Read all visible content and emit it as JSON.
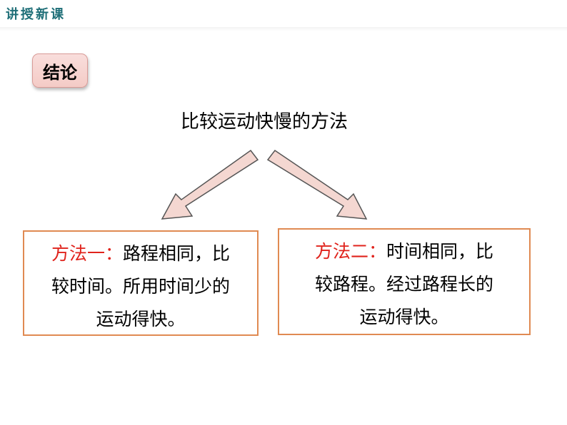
{
  "header": {
    "title": "讲授新课"
  },
  "badge": {
    "label": "结论"
  },
  "main": {
    "title": "比较运动快慢的方法"
  },
  "method_one": {
    "label": "方法一：",
    "line1": "路程相同，比",
    "line2": "较时间。所用时间少的",
    "line3": "运动得快。"
  },
  "method_two": {
    "label": "方法二：",
    "line1": "时间相同，比",
    "line2": "较路程。经过路程长的",
    "line3": "运动得快。"
  },
  "colors": {
    "header": "#1f6f78",
    "badge_fill": "#f4cbc6",
    "arrow_fill": "#f4d7d1",
    "box_border": "#e08a52",
    "label_red": "#e0231c"
  }
}
